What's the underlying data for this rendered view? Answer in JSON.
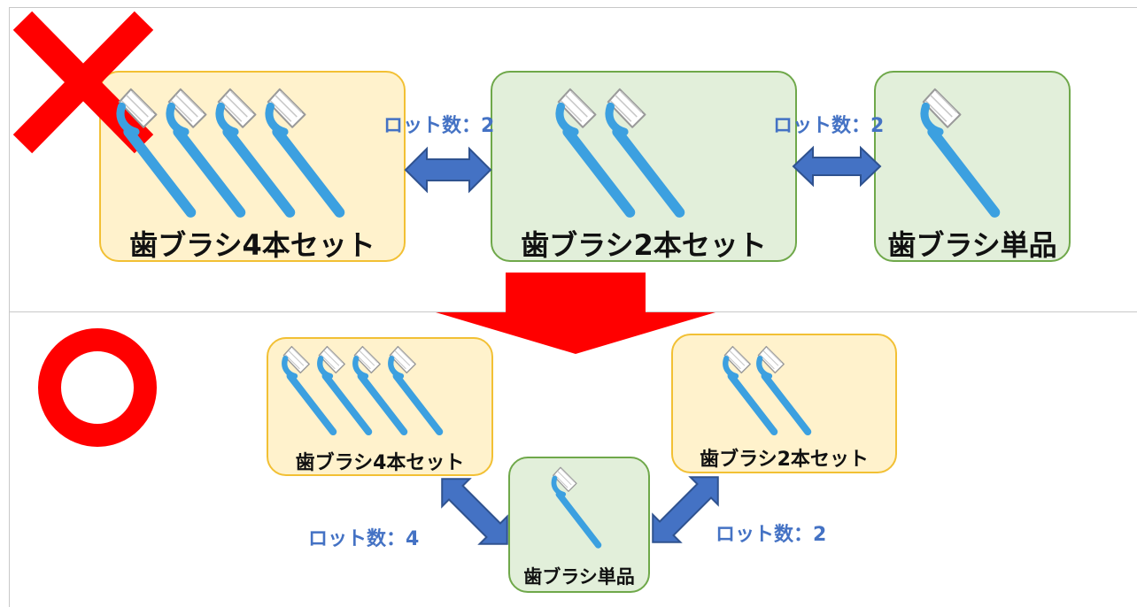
{
  "colors": {
    "yellow_fill": "#fff2cc",
    "yellow_border": "#f2c034",
    "green_fill": "#e2efda",
    "green_border": "#6fa84a",
    "arrow_blue": "#4472c4",
    "arrow_outline": "#2f528f",
    "red_mark": "#ff0000",
    "brush_blue": "#3ca0e0"
  },
  "bad_example": {
    "mark": "cross",
    "boxes": [
      {
        "label": "歯ブラシ4本セット",
        "brushes": 4
      },
      {
        "label": "歯ブラシ2本セット",
        "brushes": 2
      },
      {
        "label": "歯ブラシ単品",
        "brushes": 1
      }
    ],
    "links": [
      {
        "label": "ロット数：2"
      },
      {
        "label": "ロット数：2"
      }
    ]
  },
  "good_example": {
    "mark": "circle",
    "boxes": [
      {
        "label": "歯ブラシ4本セット",
        "brushes": 4
      },
      {
        "label": "歯ブラシ2本セット",
        "brushes": 2
      },
      {
        "label": "歯ブラシ単品",
        "brushes": 1
      }
    ],
    "links": [
      {
        "label": "ロット数：4"
      },
      {
        "label": "ロット数：2"
      }
    ]
  },
  "transition_arrow": "down"
}
